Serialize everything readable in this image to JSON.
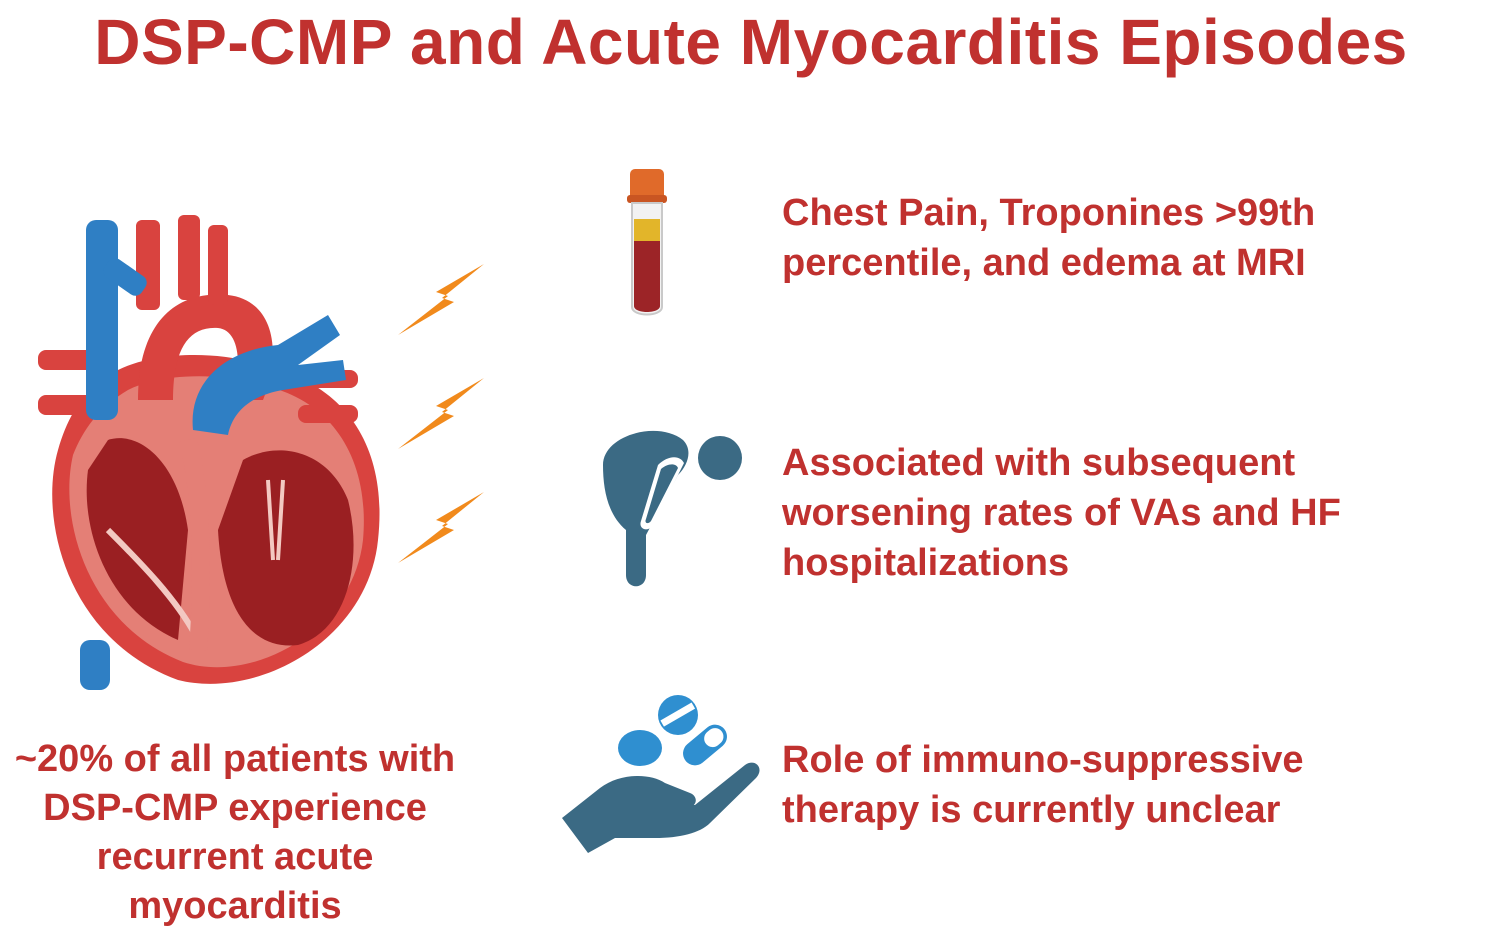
{
  "title": "DSP-CMP and Acute Myocarditis Episodes",
  "left_caption": {
    "lines": [
      "~20% of all patients with",
      "DSP-CMP experience",
      "recurrent acute",
      "myocarditis"
    ]
  },
  "items": [
    {
      "icon": "blood-tube-icon",
      "lines": [
        "Chest Pain, Troponines >99th",
        "percentile, and edema at MRI"
      ]
    },
    {
      "icon": "bent-person-icon",
      "lines": [
        "Associated with subsequent",
        "worsening rates of VAs and HF",
        "hospitalizations"
      ]
    },
    {
      "icon": "hand-pills-icon",
      "lines": [
        "Role of immuno-suppressive",
        "therapy is currently unclear"
      ]
    }
  ],
  "colors": {
    "accent_red": "#c0312f",
    "icon_slate": "#3b6a84",
    "pill_blue": "#2f8fd0",
    "bolt_orange": "#f18a1c"
  }
}
